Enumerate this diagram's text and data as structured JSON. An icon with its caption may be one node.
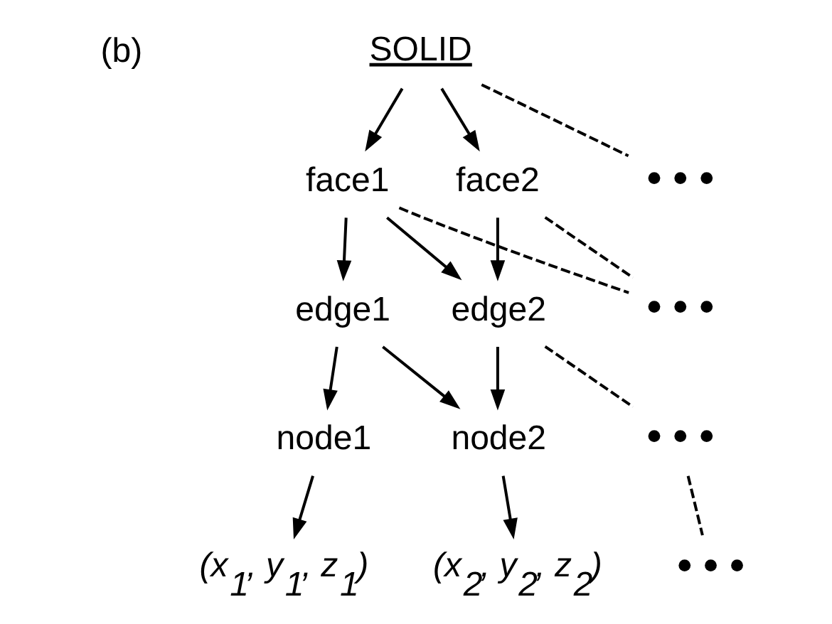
{
  "diagram": {
    "nodes": [
      {
        "text": [
          "SOLID"
        ]
      },
      {
        "text": [
          "face1"
        ]
      },
      {
        "text": [
          "face2"
        ]
      },
      {
        "text": [
          "edge1"
        ]
      },
      {
        "text": [
          "edge2"
        ]
      },
      {
        "text": [
          "node1"
        ]
      },
      {
        "text": [
          "node2"
        ]
      },
      {
        "text": [
          "(x$_{1}$, y$_{1}$, z$_{1}$)"
        ]
      },
      {
        "text": [
          "(x$_{2}$, y$_{2}$, z$_{2}$)"
        ]
      },
      {
        "text": [
          "• • •"
        ]
      },
      {
        "text": [
          "• • •"
        ]
      },
      {
        "text": [
          "• • •"
        ]
      },
      {
        "text": [
          "• • •"
        ]
      }
    ],
    "edges": [
      {
        "from": 0,
        "to": 1,
        "arrow": "to"
      },
      {
        "from": 0,
        "to": 2,
        "arrow": "to"
      },
      {
        "from": 0,
        "to": 9,
        "arrow": "none",
        "style": "dashed"
      },
      {
        "from": 1,
        "to": 3,
        "arrow": "to"
      },
      {
        "from": 1,
        "to": 4,
        "arrow": "to"
      },
      {
        "from": 2,
        "to": 4,
        "arrow": "to"
      },
      {
        "from": 1,
        "to": 10,
        "arrow": "none",
        "style": "dashed"
      },
      {
        "from": 2,
        "to": 10,
        "arrow": "none",
        "style": "dashed"
      },
      {
        "from": 3,
        "to": 5,
        "arrow": "to"
      },
      {
        "from": 3,
        "to": 6,
        "arrow": "to"
      },
      {
        "from": 4,
        "to": 6,
        "arrow": "to"
      },
      {
        "from": 4,
        "to": 11,
        "arrow": "none",
        "style": "dashed"
      },
      {
        "from": 5,
        "to": 7,
        "arrow": "to"
      },
      {
        "from": 6,
        "to": 8,
        "arrow": "to"
      },
      {
        "from": 11,
        "to": 12,
        "arrow": "none",
        "style": "dashed"
      }
    ],
    "labels": [
      "(b)"
    ]
  }
}
